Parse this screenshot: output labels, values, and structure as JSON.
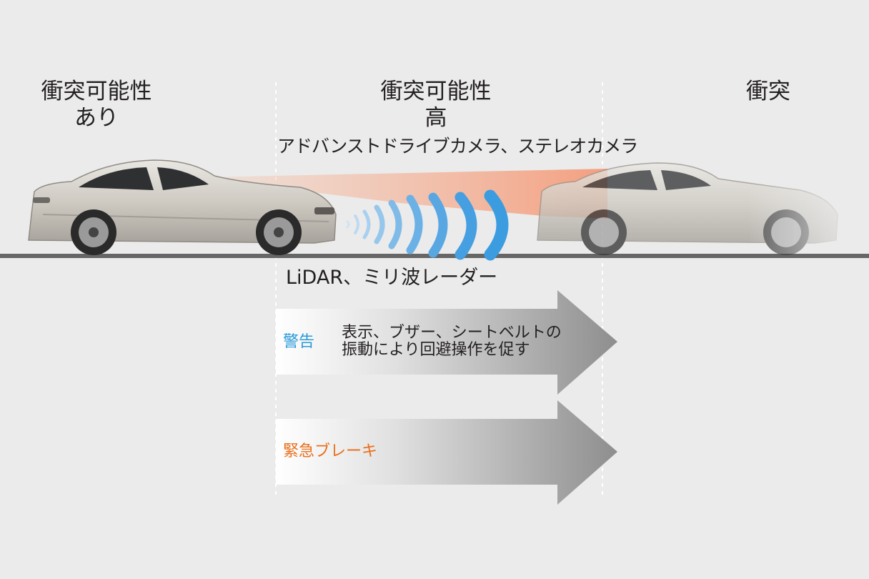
{
  "phases": {
    "possible": {
      "line1": "衝突可能性",
      "line2": "あり"
    },
    "high": {
      "line1": "衝突可能性",
      "line2": "高",
      "sensor": "アドバンストドライブカメラ、ステレオカメラ"
    },
    "collision": {
      "line1": "衝突"
    }
  },
  "sensors": {
    "radar": "LiDAR、ミリ波レーダー"
  },
  "actions": {
    "warning": {
      "label": "警告",
      "text_line1": "表示、ブザー、シートベルトの",
      "text_line2": "振動により回避操作を促す"
    },
    "brake": {
      "label": "緊急ブレーキ"
    }
  },
  "colors": {
    "background": "#ebebeb",
    "camera_beam": "#f7b393",
    "radar_wave": "#3b9de0",
    "warning_text": "#2a9ad8",
    "brake_text": "#e8701d",
    "arrow": "#9c9c9c",
    "road": "#666666"
  },
  "icons": [
    "car-icon",
    "lead-car-icon",
    "radar-wave-icon",
    "camera-beam-icon"
  ]
}
